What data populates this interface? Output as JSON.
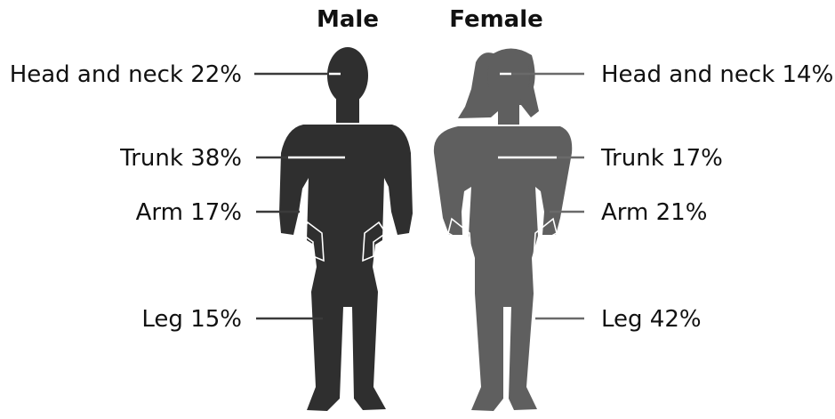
{
  "headers": {
    "male": "Male",
    "female": "Female"
  },
  "male": {
    "head_and_neck": "Head and neck 22%",
    "trunk": "Trunk 38%",
    "arm": "Arm 17%",
    "leg": "Leg 15%"
  },
  "female": {
    "head_and_neck": "Head and neck 14%",
    "trunk": "Trunk 17%",
    "arm": "Arm 21%",
    "leg": "Leg 42%"
  },
  "colors": {
    "male_silhouette": "#2f2f2f",
    "female_silhouette": "#5f5f5f",
    "male_leader": "#3a3a3a",
    "female_leader": "#6a6a6a",
    "inner_marker": "#ffffff"
  }
}
